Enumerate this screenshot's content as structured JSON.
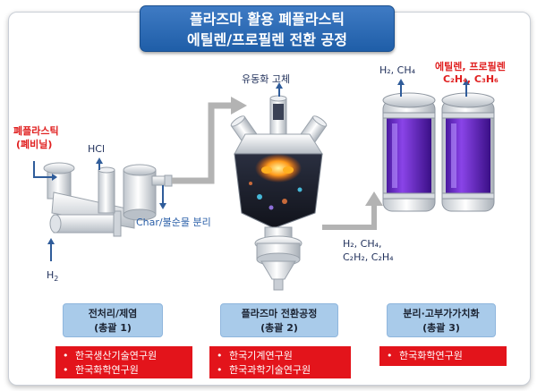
{
  "title": {
    "line1": "플라즈마 활용 폐플라스틱",
    "line2": "에틸렌/프로필렌 전환 공정"
  },
  "labels": {
    "waste_plastic_1": "폐플라스틱",
    "waste_plastic_2": "(폐비닐)",
    "hcl": "HCl",
    "h2_input": "H",
    "h2_input_sub": "2",
    "char_sep": "Char/불순물 분리",
    "fluidized_solid": "유동화 고체",
    "gas_mix_line1": "H₂, CH₄,",
    "gas_mix_line2": "C₂H₂, C₂H₄",
    "light_gas": "H₂, CH₄",
    "product_name": "에틸렌, 프로필렌",
    "product_formula": "C₂H₄, C₃H₆"
  },
  "stages": [
    {
      "name": "전처리/제염",
      "sub": "(총괄 1)"
    },
    {
      "name": "플라즈마 전환공정",
      "sub": "(총괄 2)"
    },
    {
      "name": "분리·고부가가치화",
      "sub": "(총괄 3)"
    }
  ],
  "orgs": [
    {
      "items": [
        "한국생산기술연구원",
        "한국화학연구원"
      ]
    },
    {
      "items": [
        "한국기계연구원",
        "한국과학기술연구원"
      ]
    },
    {
      "items": [
        "한국화학연구원"
      ]
    }
  ],
  "bullet": "•",
  "colors": {
    "title_bg": "#2a68b4",
    "stage_bg": "#a9cbea",
    "org_bg": "#e3141b",
    "flow_arrow": "#b3b3b3",
    "text_red": "#e02020"
  }
}
